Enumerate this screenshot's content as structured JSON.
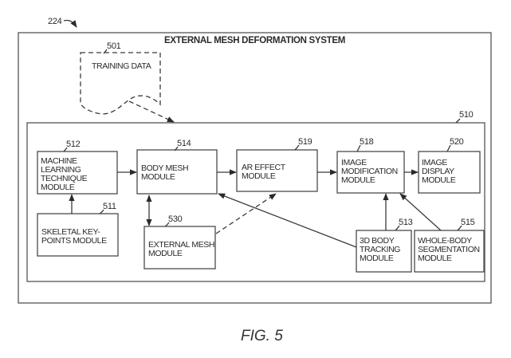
{
  "diagram": {
    "figure_caption": "FIG. 5",
    "system_ref": "224",
    "system_title": "EXTERNAL MESH DEFORMATION SYSTEM",
    "training_data": {
      "ref": "501",
      "label": "TRAINING DATA"
    },
    "container": {
      "ref": "510"
    },
    "modules": {
      "m512": {
        "ref": "512",
        "lines": [
          "MACHINE",
          "LEARNING",
          "TECHNIQUE",
          "MODULE"
        ]
      },
      "m514": {
        "ref": "514",
        "lines": [
          "BODY MESH",
          "MODULE"
        ]
      },
      "m519": {
        "ref": "519",
        "lines": [
          "AR EFFECT",
          "MODULE"
        ]
      },
      "m518": {
        "ref": "518",
        "lines": [
          "IMAGE",
          "MODIFICATION",
          "MODULE"
        ]
      },
      "m520": {
        "ref": "520",
        "lines": [
          "IMAGE",
          "DISPLAY",
          "MODULE"
        ]
      },
      "m511": {
        "ref": "511",
        "lines": [
          "SKELETAL KEY-",
          "POINTS MODULE"
        ]
      },
      "m530": {
        "ref": "530",
        "lines": [
          "EXTERNAL MESH",
          "MODULE"
        ]
      },
      "m513": {
        "ref": "513",
        "lines": [
          "3D BODY",
          "TRACKING",
          "MODULE"
        ]
      },
      "m515": {
        "ref": "515",
        "lines": [
          "WHOLE-BODY",
          "SEGMENTATION",
          "MODULE"
        ]
      }
    },
    "connections": [
      {
        "from": "501",
        "to": "510",
        "style": "dashed"
      },
      {
        "from": "512",
        "to": "514",
        "style": "solid"
      },
      {
        "from": "514",
        "to": "519",
        "style": "solid"
      },
      {
        "from": "519",
        "to": "518",
        "style": "solid"
      },
      {
        "from": "518",
        "to": "520",
        "style": "solid"
      },
      {
        "from": "511",
        "to": "512",
        "style": "solid"
      },
      {
        "from": "514",
        "to": "530",
        "style": "solid-bidirectional"
      },
      {
        "from": "530",
        "to": "519",
        "style": "dashed"
      },
      {
        "from": "513",
        "to": "514",
        "style": "solid"
      },
      {
        "from": "513",
        "to": "518",
        "style": "solid"
      },
      {
        "from": "515",
        "to": "518",
        "style": "solid"
      }
    ]
  }
}
